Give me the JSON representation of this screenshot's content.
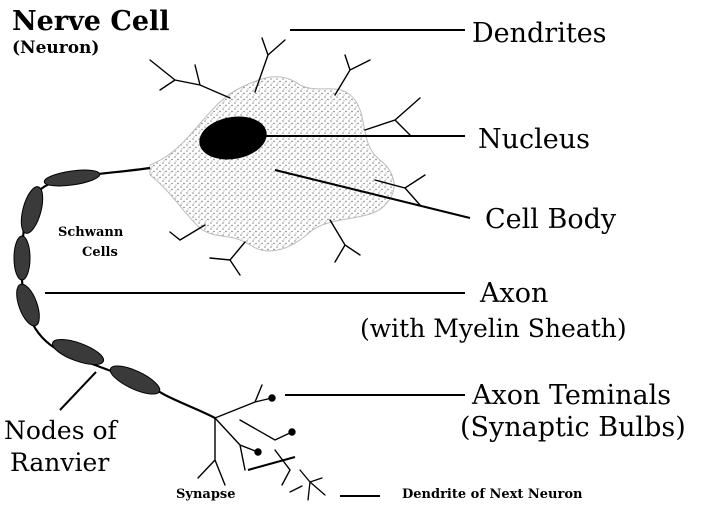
{
  "title": {
    "main": "Nerve Cell",
    "sub": "(Neuron)"
  },
  "labels": {
    "dendrites": "Dendrites",
    "nucleus": "Nucleus",
    "cell_body": "Cell Body",
    "schwann_1": "Schwann",
    "schwann_2": "Cells",
    "axon_1": "Axon",
    "axon_2": "(with Myelin Sheath)",
    "terminals_1": "Axon Teminals",
    "terminals_2": "(Synaptic Bulbs)",
    "nodes_1": "Nodes of",
    "nodes_2": "Ranvier",
    "synapse": "Synapse",
    "next_dendrite": "Dendrite of Next Neuron"
  },
  "colors": {
    "ink": "#000000",
    "background": "#ffffff",
    "cell_shade": "#bdbdbd",
    "myelin": "#3a3a3a"
  }
}
